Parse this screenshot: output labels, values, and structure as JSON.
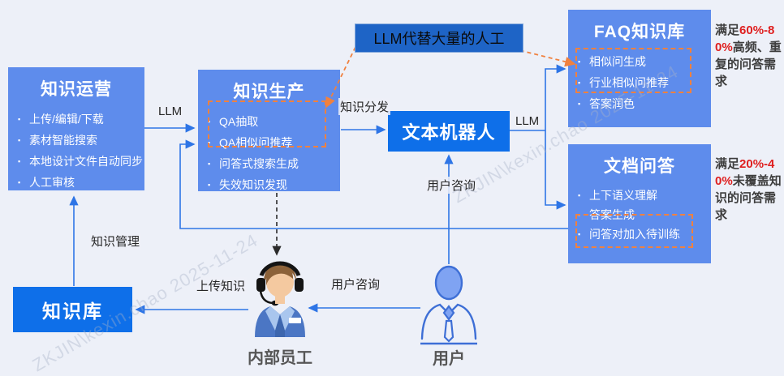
{
  "watermark": "ZKJIN\\kexin.chao  2025-11-24",
  "callout": {
    "label": "LLM代替大量的人工"
  },
  "boxes": {
    "ops": {
      "title": "知识运营",
      "items": [
        "上传/编辑/下载",
        "素材智能搜索",
        "本地设计文件自动同步",
        "人工审核"
      ]
    },
    "prod": {
      "title": "知识生产",
      "items": [
        "QA抽取",
        "QA相似问推荐",
        "问答式搜索生成",
        "失效知识发现"
      ]
    },
    "faq": {
      "title": "FAQ知识库",
      "items": [
        "相似问生成",
        "行业相似问推荐",
        "答案润色"
      ]
    },
    "doc": {
      "title": "文档问答",
      "items": [
        "上下语义理解",
        "答案生成",
        "问答对加入待训练"
      ]
    },
    "bot": {
      "title": "文本机器人"
    },
    "kb": {
      "title": "知识库"
    }
  },
  "annotations": {
    "faq": {
      "prefix": "满足",
      "highlight": "60%-80%",
      "suffix": "高频、重复的问答需求"
    },
    "doc": {
      "prefix": "满足",
      "highlight": "20%-40%",
      "suffix": "未覆盖知识的问答需求"
    }
  },
  "edge_labels": {
    "llm_ops_to_prod": "LLM",
    "knowledge_distribution": "知识分发",
    "llm_bot_to_kb": "LLM",
    "user_consult_bot": "用户咨询",
    "user_consult_staff": "用户咨询",
    "upload_knowledge": "上传知识",
    "knowledge_management": "知识管理"
  },
  "actors": {
    "staff": {
      "label": "内部员工"
    },
    "user": {
      "label": "用户"
    }
  },
  "colors": {
    "bg": "#EDF0F8",
    "panel": "#5E8CEC",
    "solid": "#0E6FE9",
    "callout": "#1E64C6",
    "callout-border": "#84A9DC",
    "arrow": "#2E75E6",
    "orange": "#F0813F",
    "red": "#DF1F1F",
    "watermark": "#A8B2C8"
  }
}
